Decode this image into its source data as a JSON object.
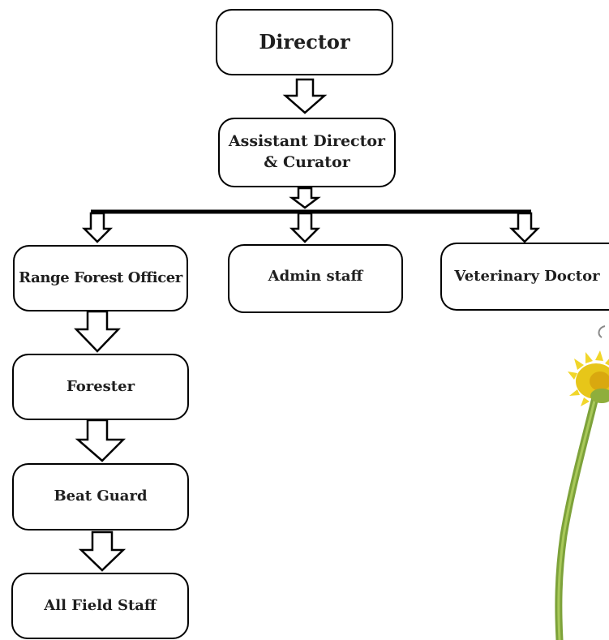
{
  "nodes": {
    "director": "Director",
    "assistant_director": "Assistant Director\n& Curator",
    "range_forest_officer": "Range Forest Officer",
    "admin_staff": "Admin staff",
    "veterinary_doctor": "Veterinary Doctor",
    "forester": "Forester",
    "beat_guard": "Beat Guard",
    "all_field_staff": "All Field Staff"
  },
  "edges": [
    [
      "director",
      "assistant_director"
    ],
    [
      "assistant_director",
      "range_forest_officer"
    ],
    [
      "assistant_director",
      "admin_staff"
    ],
    [
      "assistant_director",
      "veterinary_doctor"
    ],
    [
      "range_forest_officer",
      "forester"
    ],
    [
      "forester",
      "beat_guard"
    ],
    [
      "beat_guard",
      "all_field_staff"
    ]
  ],
  "decorative_image": "yellow-flower"
}
